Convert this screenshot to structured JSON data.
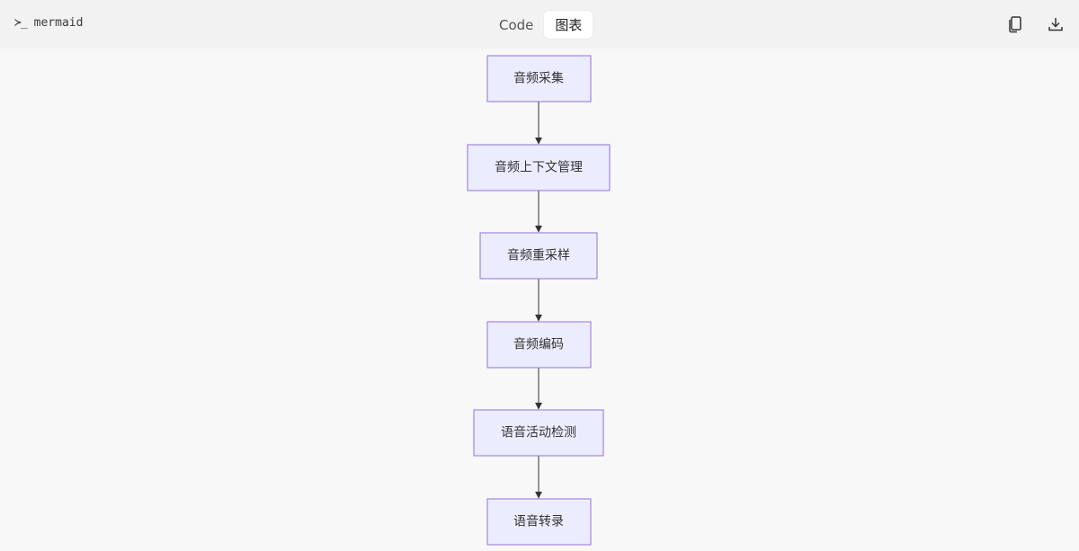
{
  "header": {
    "language_label": "mermaid",
    "terminal_glyph": "≻_",
    "tabs": [
      {
        "label": "Code",
        "active": false
      },
      {
        "label": "图表",
        "active": true
      }
    ],
    "actions": [
      {
        "name": "copy-icon"
      },
      {
        "name": "download-icon"
      }
    ]
  },
  "diagram": {
    "type": "flowchart",
    "direction": "TD",
    "node_fill": "#ececff",
    "node_stroke": "#9370db",
    "edge_color": "#333333",
    "nodes": [
      {
        "label": "音频采集"
      },
      {
        "label": "音频上下文管理"
      },
      {
        "label": "音频重采样"
      },
      {
        "label": "音频编码"
      },
      {
        "label": "语音活动检测"
      },
      {
        "label": "语音转录"
      }
    ]
  }
}
